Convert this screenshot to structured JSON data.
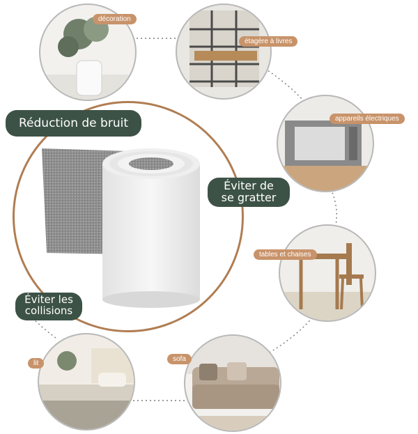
{
  "labels": {
    "decoration": "décoration",
    "shelves": "étagère à livres",
    "appliances": "appareils électriques",
    "tables": "tables et chaises",
    "bed": "lit",
    "sofa": "sofa"
  },
  "features": {
    "noise": "Réduction de bruit",
    "scratch_1": "Éviter de",
    "scratch_2": "se gratter",
    "collision_1": "Éviter les",
    "collision_2": "collisions"
  },
  "colors": {
    "accent_tag": "#c8936a",
    "pill_bg": "#3d5246",
    "ring": "#b07d52"
  }
}
